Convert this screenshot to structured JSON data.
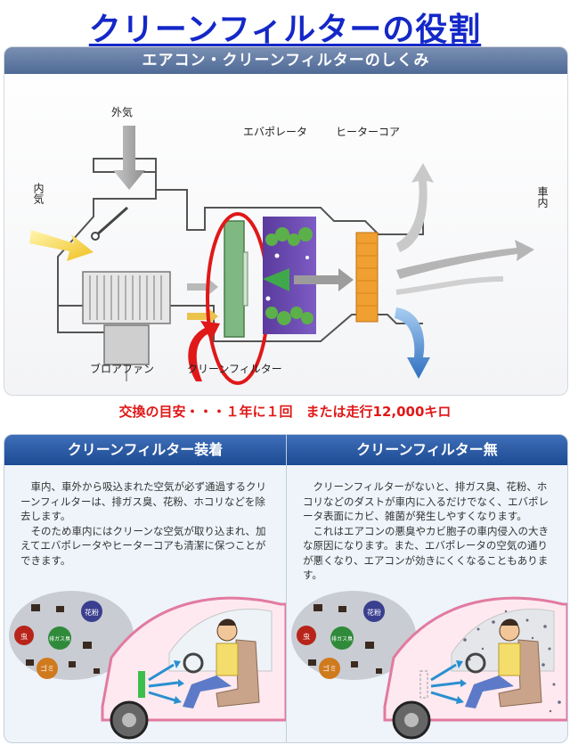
{
  "title": "クリーンフィルターの役割",
  "diagram": {
    "header": "エアコン・クリーンフィルターのしくみ",
    "labels": {
      "outside_air": "外気",
      "inside_air": "内気",
      "evaporator": "エバポレータ",
      "heater_core": "ヒーターコア",
      "cabin": "車内",
      "blower_fan": "ブロアファン",
      "clean_filter": "クリーンフィルター"
    }
  },
  "interval_note": "交換の目安・・・１年に１回　または走行12,000キロ",
  "panels": {
    "with_filter": {
      "header": "クリーンフィルター装着",
      "paragraphs": [
        "車内、車外から吸込まれた空気が必ず通過するクリーンフィルターは、排ガス臭、花粉、ホコリなどを除去します。",
        "そのため車内にはクリーンな空気が取り込まれ、加えてエバポレータやヒーターコアも清潔に保つことができます。"
      ]
    },
    "without_filter": {
      "header": "クリーンフィルター無",
      "paragraphs": [
        "クリーンフィルターがないと、排ガス臭、花粉、ホコリなどのダストが車内に入るだけでなく、エバポレータ表面にカビ、雑菌が発生しやすくなります。",
        "これはエアコンの悪臭やカビ胞子の車内侵入の大きな原因になります。また、エバポレータの空気の通りが悪くなり、エアコンが効きにくくなることもあります。"
      ]
    },
    "pollutant_labels": {
      "pollen": "花粉",
      "insect": "虫",
      "exhaust": "排ガス臭",
      "dust": "ゴミ"
    }
  },
  "colors": {
    "title": "#1428c8",
    "interval": "#e01818",
    "filter_highlight": "#e01818",
    "evaporator": "#6a4bb0",
    "heater_core": "#f0a030",
    "cool_air": "#3a7fd0"
  }
}
